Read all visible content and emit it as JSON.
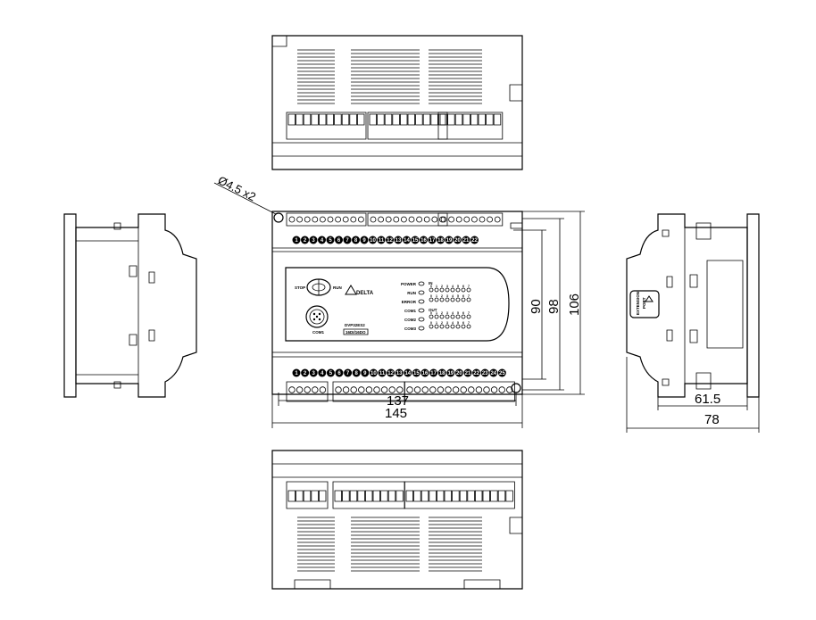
{
  "dimensions": {
    "hole": "Ø4.5 x2",
    "h90": "90",
    "h98": "98",
    "h106": "106",
    "w137": "137",
    "w145": "145",
    "d61_5": "61.5",
    "d78": "78"
  },
  "front_panel": {
    "brand": "DELTA",
    "model": "DVP32ES2",
    "io_label": "16DI/16DO",
    "switch_stop": "STOP",
    "switch_run": "RUN",
    "port_label": "COM1",
    "leds": [
      "POWER",
      "RUN",
      "ERROR",
      "COM1",
      "COM2",
      "COM3"
    ],
    "in_label": "IN",
    "out_label": "OUT"
  },
  "side_panel": {
    "extension_label": "EXTENSION",
    "port_label": "PORT"
  },
  "terminals": {
    "top_row": [
      "1",
      "2",
      "3",
      "4",
      "5",
      "6",
      "7",
      "8",
      "9",
      "10",
      "11",
      "12",
      "13",
      "14",
      "15",
      "16",
      "17",
      "18",
      "19",
      "20",
      "21",
      "22"
    ],
    "bottom_row": [
      "1",
      "2",
      "3",
      "4",
      "5",
      "6",
      "7",
      "8",
      "9",
      "10",
      "11",
      "12",
      "13",
      "14",
      "15",
      "16",
      "17",
      "18",
      "19",
      "20",
      "21",
      "22",
      "23",
      "24",
      "25"
    ]
  }
}
